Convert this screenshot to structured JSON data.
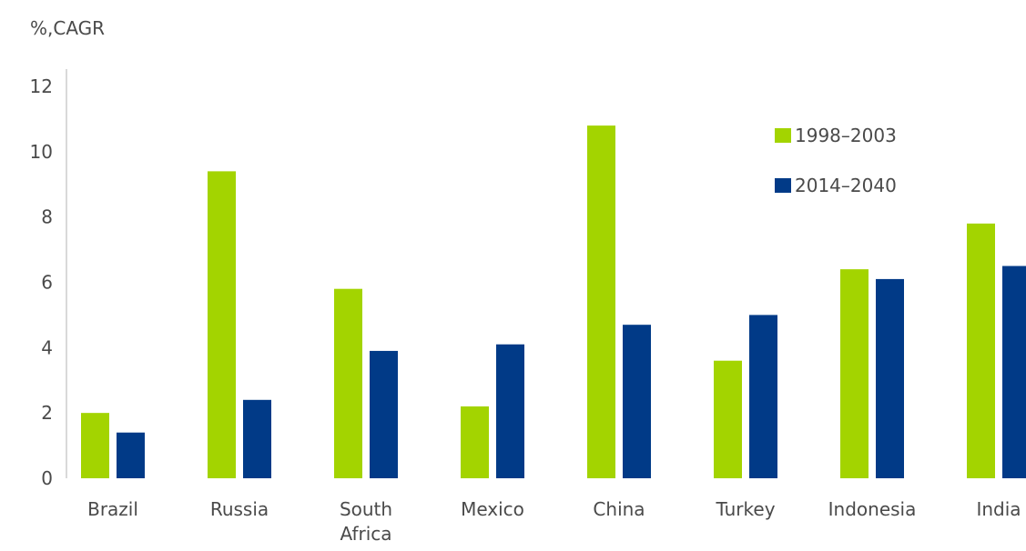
{
  "chart_data": {
    "type": "bar",
    "unit_label": "%,CAGR",
    "categories": [
      [
        "Brazil"
      ],
      [
        "Russia"
      ],
      [
        "South",
        "Africa"
      ],
      [
        "Mexico"
      ],
      [
        "China"
      ],
      [
        "Turkey"
      ],
      [
        "Indonesia"
      ],
      [
        "India"
      ]
    ],
    "series": [
      {
        "name": "1998–2003",
        "color": "#a3d400",
        "values": [
          2.0,
          9.4,
          5.8,
          2.2,
          10.8,
          3.6,
          6.4,
          7.8
        ]
      },
      {
        "name": "2014–2040",
        "color": "#013a87",
        "values": [
          1.4,
          2.4,
          3.9,
          4.1,
          4.7,
          5.0,
          6.1,
          6.5
        ]
      }
    ],
    "ylim": [
      0,
      12
    ],
    "yticks": [
      "0",
      "2",
      "4",
      "6",
      "8",
      "10",
      "12"
    ],
    "grid": false,
    "legend": "top-right",
    "axis_color": "#d9d9d9"
  }
}
